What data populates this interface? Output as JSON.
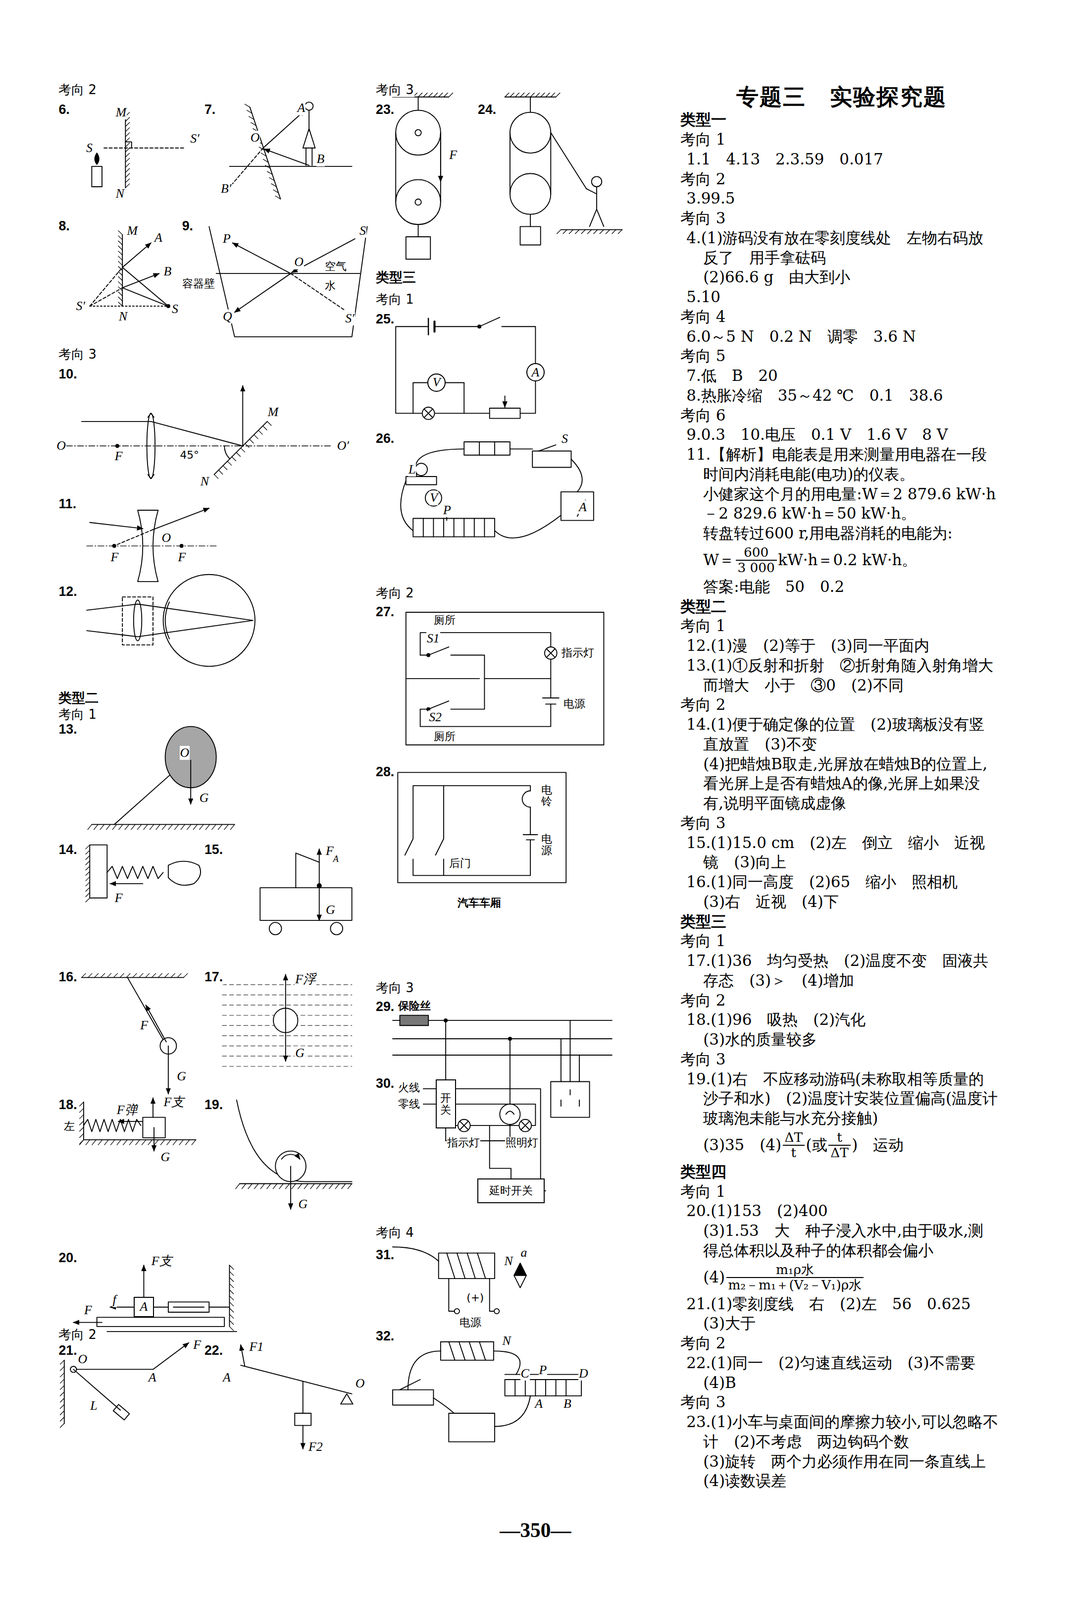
{
  "diagram": {
    "nodes": [
      {
        "text": [
          "V"
        ]
      },
      {
        "text": [
          "A"
        ]
      },
      {
        "text": [
          "开关"
        ]
      },
      {
        "text": [
          "延时开关"
        ]
      },
      {
        "text": [
          "A"
        ]
      }
    ],
    "labels": [
      "专题三　实验探究题",
      "类型一",
      "考向 1",
      "1.1　4.13　2.3.59　0.017",
      "考向 2",
      "3.99.5",
      "考向 3",
      "4.(1)游码没有放在零刻度线处　左物右码放反了　用手拿砝码",
      "(2)66.6 g　由大到小",
      "5.10",
      "考向 4",
      "6.0～5 N　0.2 N　调零　3.6 N",
      "考向 5",
      "7.低　B　20",
      "8.热胀冷缩　35～42 ℃　0.1　38.6",
      "考向 6",
      "9.0.3　10.电压　0.1 V　1.6 V　8 V",
      "11.【解析】电能表是用来测量用电器在一段时间内消耗电能(电功)的仪表。",
      "小健家这个月的用电量:W＝2 879.6 kW·h－2 829.6 kW·h＝50 kW·h。",
      "转盘转过600 r,用电器消耗的电能为:",
      "W＝",
      "600",
      "3 000",
      "kW·h＝0.2 kW·h。",
      "答案:电能　50　0.2",
      "类型二",
      "考向 1",
      "12.(1)漫　(2)等于　(3)同一平面内",
      "13.(1)①反射和折射　②折射角随入射角增大而增大　小于　③0　(2)不同",
      "考向 2",
      "14.(1)便于确定像的位置　(2)玻璃板没有竖直放置　(3)不变",
      "(4)把蜡烛B取走,光屏放在蜡烛B的位置上,看光屏上是否有蜡烛A的像,光屏上如果没有,说明平面镜成虚像",
      "考向 3",
      "15.(1)15.0 cm　(2)左　倒立　缩小　近视镜　(3)向上",
      "16.(1)同一高度　(2)65　缩小　照相机",
      "(3)右　近视　(4)下",
      "类型三",
      "考向 1",
      "17.(1)36　均匀受热　(2)温度不变　固液共存态　(3)＞　(4)增加",
      "考向 2",
      "18.(1)96　吸热　(2)汽化",
      "(3)水的质量较多",
      "考向 3",
      "19.(1)右　不应移动游码(未称取相等质量的沙子和水)　(2)温度计安装位置偏高(温度计玻璃泡未能与水充分接触)",
      "(3)35　(4)",
      "ΔT",
      "t",
      "(或",
      "t",
      "ΔT",
      ")　运动",
      "类型四",
      "考向 1",
      "20.(1)153　(2)400",
      "(3)1.53　大　种子浸入水中,由于吸水,测得总体积以及种子的体积都会偏小",
      "(4)",
      "m₁ρ水",
      "m₂－m₁＋(V₂－V₁)ρ水",
      "21.(1)零刻度线　右　(2)左　56　0.625",
      "(3)大于",
      "考向 2",
      "22.(1)同一　(2)匀速直线运动　(3)不需要",
      "(4)B",
      "考向 3",
      "23.(1)小车与桌面间的摩擦力较小,可以忽略不计　(2)不考虑　两边钩码个数",
      "(3)旋转　两个力必须作用在同一条直线上　(4)读数误差",
      "—350—",
      "考向 2",
      "6.",
      "M",
      "S",
      "S′",
      "N",
      "7.",
      "A",
      "O",
      "B",
      "B′",
      "8.",
      "M",
      "A",
      "B",
      "S′",
      "N",
      "S",
      "9.",
      "P",
      "S",
      "O",
      "空气",
      "水",
      "容器壁",
      "Q",
      "S′",
      "考向 3",
      "10.",
      "M",
      "O",
      "F",
      "45°",
      "O′",
      "N",
      "11.",
      "F",
      "O",
      "F",
      "12.",
      "类型二",
      "考向 1",
      "13.",
      "O",
      "G",
      "14.",
      "F",
      "15.",
      "F",
      "A",
      "G",
      "16.",
      "F",
      "G",
      "17.",
      "F浮",
      "G",
      "18.",
      "F弹",
      "F支",
      "左",
      "G",
      "19.",
      "G",
      "20.",
      "F支",
      "f",
      "F",
      "考向 2",
      "21.",
      "O",
      "A",
      "F",
      "L",
      "22.",
      "F1",
      "A",
      "O",
      "F2",
      "考向 3",
      "23.",
      "F",
      "24.",
      "类型三",
      "考向 1",
      "25.",
      "26.",
      "S",
      "L",
      "V",
      "A",
      "P",
      "考向 2",
      "27.",
      "厕所",
      "S1",
      "指示灯",
      "电源",
      "S2",
      "厕所",
      "28.",
      "电铃",
      "电源",
      "后门",
      "汽车车厢",
      "考向 3",
      "29.",
      "保险丝",
      "30.",
      "火线",
      "零线",
      "指示灯",
      "照明灯",
      "考向 4",
      "31.",
      "N",
      "a",
      "(+)",
      "电源",
      "32.",
      "N",
      "C",
      "P",
      "D",
      "A",
      "B"
    ]
  }
}
